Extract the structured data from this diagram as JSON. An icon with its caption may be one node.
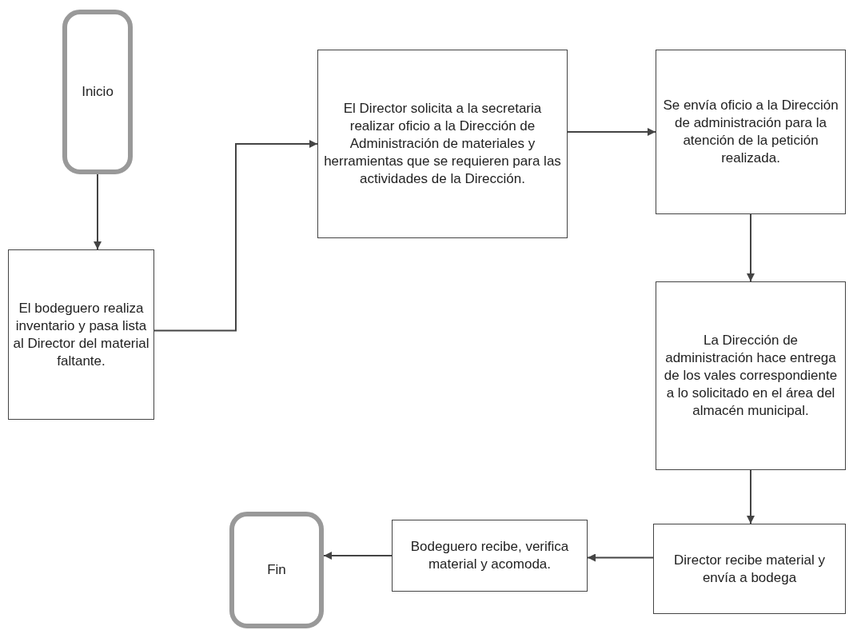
{
  "diagram": {
    "nodes": [
      {
        "text": [
          "Inicio"
        ]
      },
      {
        "text": [
          "El bodeguero realiza inventario y pasa lista al Director del material faltante."
        ]
      },
      {
        "text": [
          "El Director solicita a la secretaria realizar oficio a la Dirección de Administración de materiales y herramientas que se requieren para las actividades de la Dirección."
        ]
      },
      {
        "text": [
          "Se envía oficio a la Dirección de administración para la atención de la petición realizada."
        ]
      },
      {
        "text": [
          "La Dirección de administración hace entrega de los vales correspondiente a lo solicitado en el área del almacén municipal."
        ]
      },
      {
        "text": [
          "Director recibe material y envía a bodega"
        ]
      },
      {
        "text": [
          "Bodeguero recibe, verifica material y acomoda."
        ]
      },
      {
        "text": [
          "Fin"
        ]
      }
    ],
    "edges": [
      {
        "from": 0,
        "to": 1,
        "arrow": "to"
      },
      {
        "from": 1,
        "to": 2,
        "arrow": "to"
      },
      {
        "from": 2,
        "to": 3,
        "arrow": "to"
      },
      {
        "from": 3,
        "to": 4,
        "arrow": "to"
      },
      {
        "from": 4,
        "to": 5,
        "arrow": "to"
      },
      {
        "from": 5,
        "to": 6,
        "arrow": "to"
      },
      {
        "from": 6,
        "to": 7,
        "arrow": "to"
      }
    ]
  }
}
